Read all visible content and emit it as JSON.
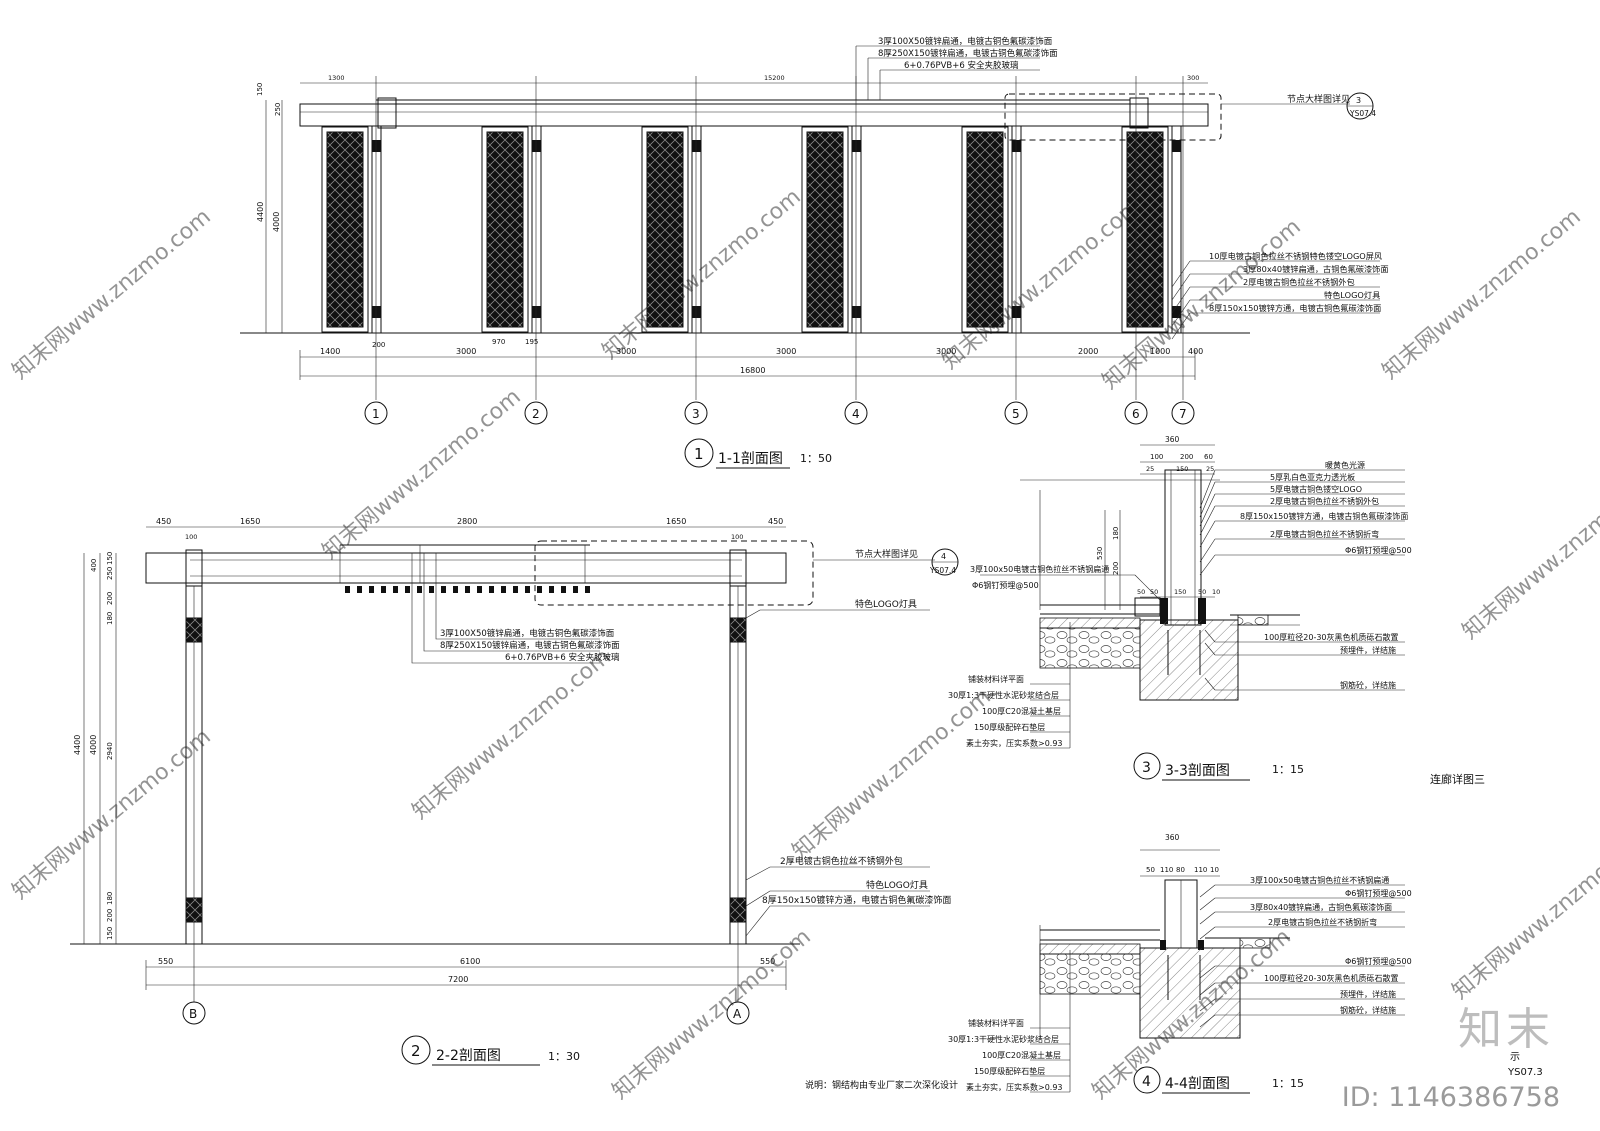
{
  "sheet": {
    "title": "连廊详图三",
    "note": "说明：钢结构由专业厂家二次深化设计"
  },
  "views": {
    "s11": {
      "no": "1",
      "title": "1-1剖面图",
      "scale": "1：50"
    },
    "s22": {
      "no": "2",
      "title": "2-2剖面图",
      "scale": "1：30"
    },
    "s33": {
      "no": "3",
      "title": "3-3剖面图",
      "scale": "1：15"
    },
    "s44": {
      "no": "4",
      "title": "4-4剖面图",
      "scale": "1：15"
    }
  },
  "s11": {
    "callouts_top": [
      "3厚100X50镀锌扁通，电镀古铜色氟碳漆饰面",
      "8厚250X150镀锌扁通，电镀古铜色氟碳漆饰面",
      "6+0.76PVB+6 安全夹胶玻璃"
    ],
    "callouts_right": [
      "10厚电镀古铜色拉丝不锈钢特色镂空LOGO屏风",
      "3厚80x40镀锌扁通，古铜色氟碳漆饰面",
      "2厚电镀古铜色拉丝不锈钢外包",
      "特色LOGO灯具",
      "8厚150x150镀锌方通，电镀古铜色氟碳漆饰面"
    ],
    "detail_ref": {
      "label": "节点大样图详见",
      "no": "3",
      "sheet": "YS07.4"
    },
    "dims_top": [
      "1300",
      "15200",
      "300"
    ],
    "dims_left": [
      "150",
      "250",
      "4400",
      "4000"
    ],
    "dims_bottom": [
      "1400",
      "3000",
      "3000",
      "3000",
      "3000",
      "2000",
      "1000",
      "400"
    ],
    "dims_sub": [
      "200",
      "970",
      "195"
    ],
    "total": "16800",
    "axes": [
      "1",
      "2",
      "3",
      "4",
      "5",
      "6",
      "7"
    ]
  },
  "s22": {
    "dims_top": [
      "450",
      "1650",
      "2800",
      "1650",
      "450"
    ],
    "dims_top_sub": [
      "100",
      "100"
    ],
    "dims_left_outer": "4400",
    "dims_left_mid": "4000",
    "dims_left_inner": [
      "150",
      "250",
      "200",
      "180",
      "2940",
      "180",
      "200",
      "150"
    ],
    "dims_left_inner_top": [
      "400"
    ],
    "dims_bottom": [
      "550",
      "6100",
      "550"
    ],
    "total": "7200",
    "axes": [
      "B",
      "A"
    ],
    "detail_ref": {
      "label": "节点大样图详见",
      "no": "4",
      "sheet": "YS07.4"
    },
    "callout_logo_top": "特色LOGO灯具",
    "callouts_mid": [
      "3厚100X50镀锌扁通，电镀古铜色氟碳漆饰面",
      "8厚250X150镀锌扁通，电镀古铜色氟碳漆饰面",
      "6+0.76PVB+6 安全夹胶玻璃"
    ],
    "callouts_bottom": [
      "2厚电镀古铜色拉丝不锈钢外包",
      "特色LOGO灯具",
      "8厚150x150镀锌方通，电镀古铜色氟碳漆饰面"
    ]
  },
  "s33": {
    "dims_top": [
      "360"
    ],
    "dims_sub": [
      "100",
      "200",
      "60"
    ],
    "dims_sub2": [
      "25",
      "150",
      "25"
    ],
    "dims_bottom": [
      "50",
      "50",
      "150",
      "50",
      "10"
    ],
    "dims_left": [
      "180",
      "200",
      "530"
    ],
    "callouts_right": [
      "暖黄色光源",
      "5厚乳白色亚克力透光板",
      "5厚电镀古铜色镂空LOGO",
      "2厚电镀古铜色拉丝不锈钢外包",
      "8厚150x150镀锌方通，电镀古铜色氟碳漆饰面",
      "2厚电镀古铜色拉丝不锈钢折弯",
      "Φ6钢钉预埋@500"
    ],
    "callout_left": [
      "3厚100x50电镀古铜色拉丝不锈钢扁通",
      "Φ6钢钉预埋@500"
    ],
    "callouts_found": [
      "100厚粒径20-30灰黑色机质砾石散置",
      "预埋件，详结施",
      "钢筋砼，详结施"
    ],
    "layers": [
      "铺装材料详平面",
      "30厚1:3干硬性水泥砂浆结合层",
      "100厚C20混凝土基层",
      "150厚级配碎石垫层",
      "素土夯实，压实系数>0.93"
    ]
  },
  "s44": {
    "dims_top": [
      "360"
    ],
    "dims_sub": [
      "50",
      "110",
      "80",
      "110",
      "10"
    ],
    "callouts_right": [
      "3厚100x50电镀古铜色拉丝不锈钢扁通",
      "Φ6钢钉预埋@500",
      "3厚80x40镀锌扁通，古铜色氟碳漆饰面",
      "2厚电镀古铜色拉丝不锈钢折弯",
      "Φ6钢钉预埋@500",
      "100厚粒径20-30灰黑色机质砾石散置",
      "预埋件，详结施",
      "钢筋砼，详结施"
    ],
    "layers": [
      "铺装材料详平面",
      "30厚1:3干硬性水泥砂浆结合层",
      "100厚C20混凝土基层",
      "150厚级配碎石垫层",
      "素土夯实，压实系数>0.93"
    ],
    "sheet_ref": "YS07.3",
    "sheet_ref_suffix": "示"
  },
  "watermark": {
    "text": "知末网www.znzmo.com",
    "brand": "知末",
    "id": "ID: 1146386758"
  }
}
